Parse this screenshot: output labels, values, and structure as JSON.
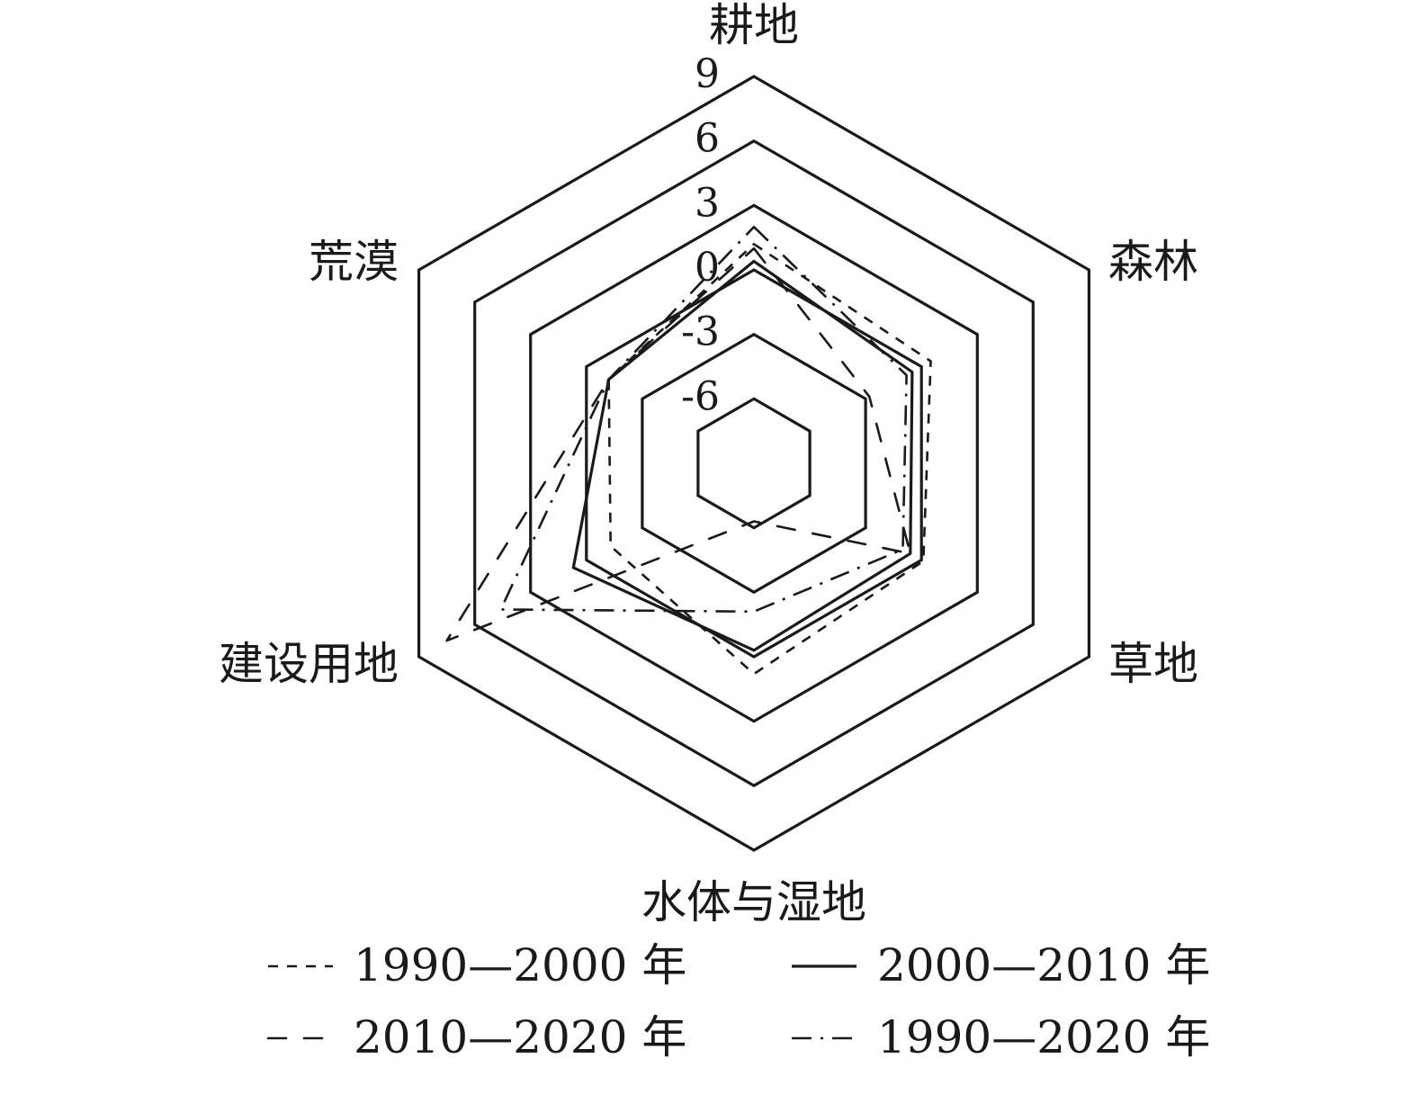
{
  "chart_data": {
    "type": "radar",
    "axes": [
      "耕地",
      "森林",
      "草地",
      "水体与湿地",
      "建设用地",
      "荒漠"
    ],
    "ticks": [
      "-6",
      "-3",
      "0",
      "3",
      "6",
      "9"
    ],
    "tick_values": [
      -6,
      -3,
      0,
      3,
      6,
      9
    ],
    "rmin": -9,
    "rmax": 9,
    "series": [
      {
        "name": "1990—2000 年",
        "style": "dashed",
        "values": [
          1.2,
          0.5,
          0.1,
          0.8,
          -1.3,
          -1.2
        ]
      },
      {
        "name": "2000—2010 年",
        "style": "solid",
        "values": [
          0.4,
          -0.5,
          -0.6,
          -0.3,
          0.7,
          -1.2
        ]
      },
      {
        "name": "2010—2020 年",
        "style": "long-dashed",
        "values": [
          1.0,
          -2.8,
          -0.6,
          -6.3,
          7.5,
          -1.2
        ]
      },
      {
        "name": "1990—2020 年",
        "style": "dash-dot",
        "values": [
          2.0,
          -0.8,
          -1.0,
          -2.1,
          4.6,
          -1.2
        ]
      }
    ],
    "legend_position": "bottom",
    "colors": {
      "grid": "#1a1a1a",
      "series": "#1a1a1a"
    }
  }
}
